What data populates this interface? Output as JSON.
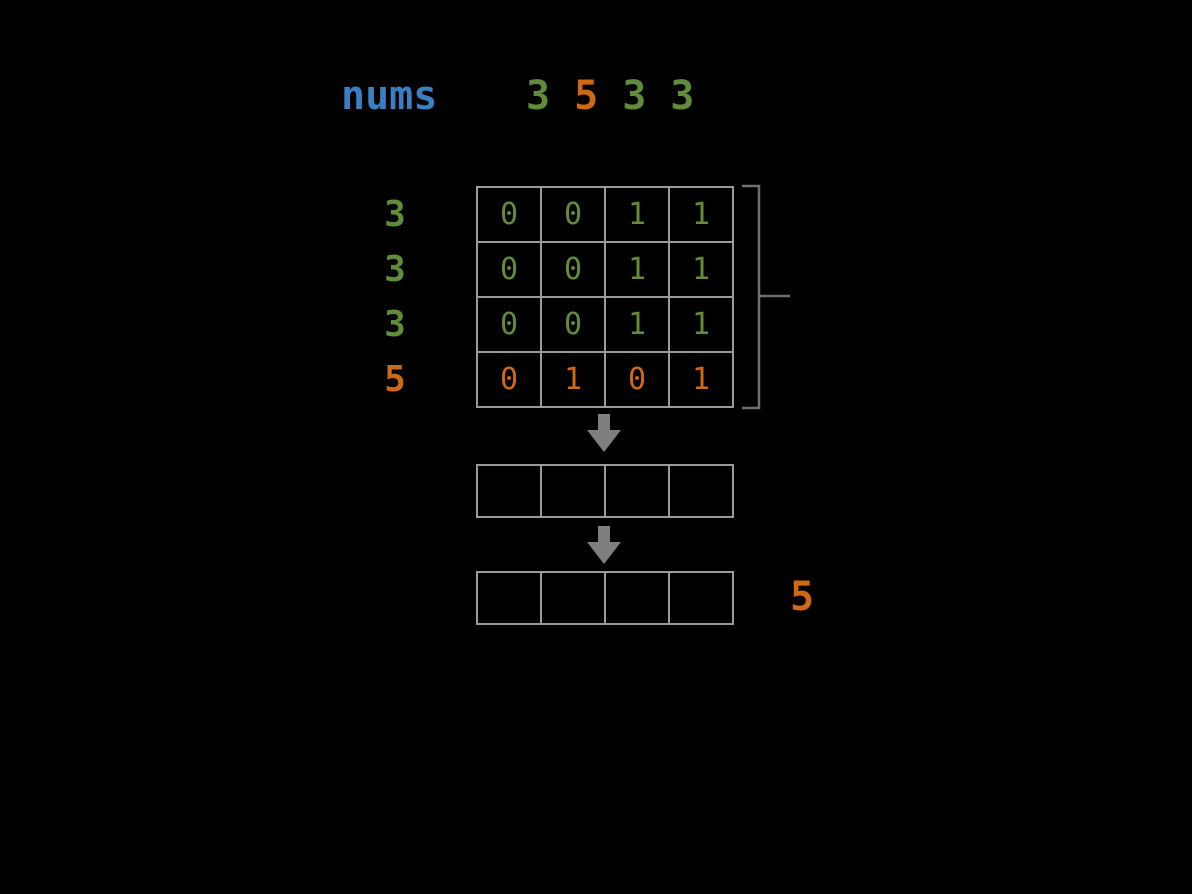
{
  "colors": {
    "background": "#000000",
    "blue": "#3b7ec2",
    "green": "#618c38",
    "orange": "#ce6a15",
    "grid_line": "#9a9a9a",
    "arrow": "#7e7e7e",
    "brace": "#6f6f6f"
  },
  "header": {
    "label": "nums",
    "values": [
      {
        "text": "3",
        "color": "green"
      },
      {
        "text": "5",
        "color": "orange"
      },
      {
        "text": "3",
        "color": "green"
      },
      {
        "text": "3",
        "color": "green"
      }
    ]
  },
  "binary_grid": {
    "rows": [
      {
        "label": "3",
        "color": "green",
        "bits": [
          "0",
          "0",
          "1",
          "1"
        ]
      },
      {
        "label": "3",
        "color": "green",
        "bits": [
          "0",
          "0",
          "1",
          "1"
        ]
      },
      {
        "label": "3",
        "color": "green",
        "bits": [
          "0",
          "0",
          "1",
          "1"
        ]
      },
      {
        "label": "5",
        "color": "orange",
        "bits": [
          "0",
          "1",
          "0",
          "1"
        ]
      }
    ]
  },
  "sum_row": {
    "cells": [
      "",
      "",
      "",
      ""
    ]
  },
  "result_row": {
    "cells": [
      "",
      "",
      "",
      ""
    ]
  },
  "result": {
    "text": "5",
    "color": "orange"
  }
}
